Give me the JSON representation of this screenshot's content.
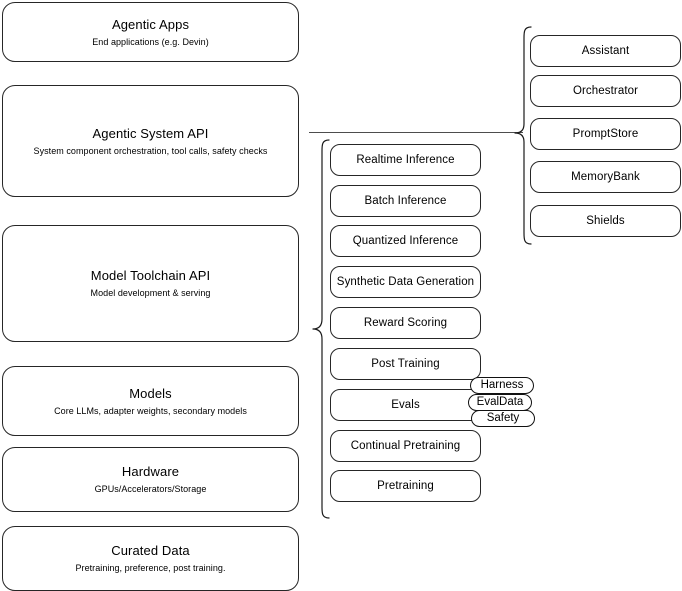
{
  "diagram": {
    "title": "Agentic stack layer diagram",
    "accent_color": "#262626",
    "line_color": "#4d4d4d",
    "background": "#ffffff"
  },
  "layers": [
    {
      "title": "Agentic Apps",
      "subtitle": "End applications (e.g. Devin)"
    },
    {
      "title": "Agentic System API",
      "subtitle": "System component orchestration, tool calls, safety checks"
    },
    {
      "title": "Model Toolchain API",
      "subtitle": "Model development & serving"
    },
    {
      "title": "Models",
      "subtitle": "Core LLMs, adapter weights, secondary models"
    },
    {
      "title": "Hardware",
      "subtitle": "GPUs/Accelerators/Storage"
    },
    {
      "title": "Curated Data",
      "subtitle": "Pretraining, preference, post training."
    }
  ],
  "toolchain_components": [
    {
      "label": "Realtime Inference"
    },
    {
      "label": "Batch Inference"
    },
    {
      "label": "Quantized Inference"
    },
    {
      "label": "Synthetic Data Generation"
    },
    {
      "label": "Reward Scoring"
    },
    {
      "label": "Post Training"
    },
    {
      "label": "Evals"
    },
    {
      "label": "Continual Pretraining"
    },
    {
      "label": "Pretraining"
    }
  ],
  "system_components": [
    {
      "label": "Assistant"
    },
    {
      "label": "Orchestrator"
    },
    {
      "label": "PromptStore"
    },
    {
      "label": "MemoryBank"
    },
    {
      "label": "Shields"
    }
  ],
  "evals_subcomponents": [
    {
      "label": "Harness"
    },
    {
      "label": "EvalData"
    },
    {
      "label": "Safety"
    }
  ]
}
